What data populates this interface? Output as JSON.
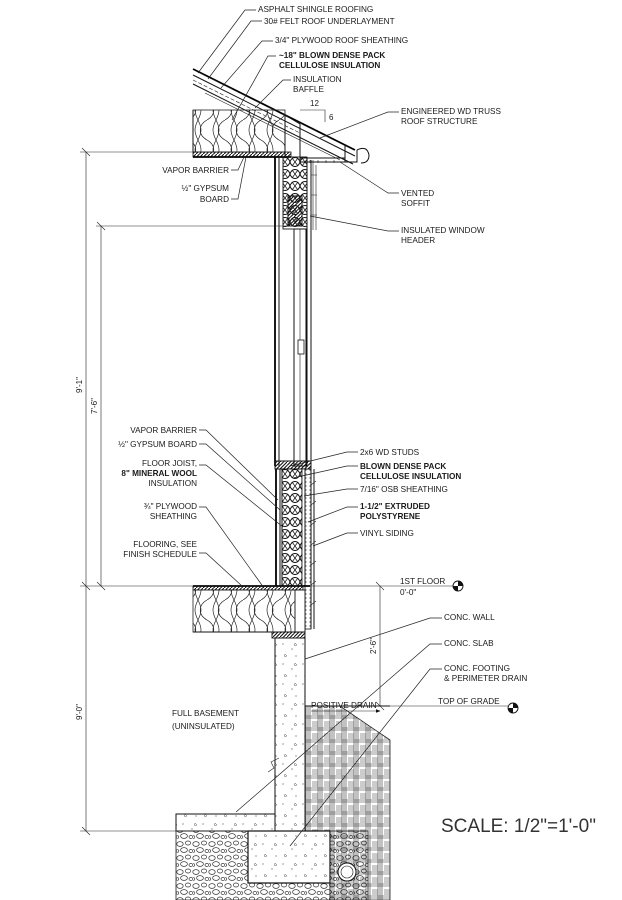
{
  "drawing": {
    "scale": "SCALE: 1/2\"=1'-0\"",
    "roof_slope": {
      "rise": "6",
      "run": "12"
    },
    "labels_right": [
      {
        "id": "asphalt",
        "lines": [
          "ASPHALT SHINGLE ROOFING"
        ],
        "bold": false
      },
      {
        "id": "felt",
        "lines": [
          "30# FELT ROOF UNDERLAYMENT"
        ],
        "bold": false
      },
      {
        "id": "plywood-roof",
        "lines": [
          "3/4\" PLYWOOD ROOF SHEATHING"
        ],
        "bold": false
      },
      {
        "id": "cellulose-roof",
        "lines": [
          "~18\" BLOWN DENSE PACK",
          "CELLULOSE INSULATION"
        ],
        "bold": true
      },
      {
        "id": "baffle",
        "lines": [
          "INSULATION",
          "BAFFLE"
        ],
        "bold": false
      },
      {
        "id": "truss",
        "lines": [
          "ENGINEERED WD TRUSS",
          "ROOF STRUCTURE"
        ],
        "bold": false
      },
      {
        "id": "soffit",
        "lines": [
          "VENTED",
          "SOFFIT"
        ],
        "bold": false
      },
      {
        "id": "header",
        "lines": [
          "INSULATED WINDOW",
          "HEADER"
        ],
        "bold": false
      },
      {
        "id": "studs",
        "lines": [
          "2x6 WD STUDS"
        ],
        "bold": false
      },
      {
        "id": "cellulose-wall",
        "lines": [
          "BLOWN DENSE PACK",
          "CELLULOSE INSULATION"
        ],
        "bold": true
      },
      {
        "id": "osb",
        "lines": [
          "7/16\" OSB SHEATHING"
        ],
        "bold": false
      },
      {
        "id": "xps",
        "lines": [
          "1-1/2\" EXTRUDED",
          "POLYSTYRENE"
        ],
        "bold": true
      },
      {
        "id": "siding",
        "lines": [
          "VINYL SIDING"
        ],
        "bold": false
      },
      {
        "id": "conc-wall",
        "lines": [
          "CONC. WALL"
        ],
        "bold": false
      },
      {
        "id": "conc-slab",
        "lines": [
          "CONC. SLAB"
        ],
        "bold": false
      },
      {
        "id": "footing",
        "lines": [
          "CONC. FOOTING",
          "& PERIMETER DRAIN"
        ],
        "bold": false
      }
    ],
    "labels_left": [
      {
        "id": "vb-top",
        "lines": [
          "VAPOR BARRIER"
        ],
        "bold": false
      },
      {
        "id": "gyp-top",
        "lines": [
          "½\" GYPSUM",
          "BOARD"
        ],
        "bold": false
      },
      {
        "id": "vb-wall",
        "lines": [
          "VAPOR BARRIER"
        ],
        "bold": false
      },
      {
        "id": "gyp-wall",
        "lines": [
          "½\" GYPSUM BOARD"
        ],
        "bold": false
      },
      {
        "id": "joist",
        "lines": [
          "FLOOR JOIST,",
          "8\" MINERAL WOOL",
          "INSULATION"
        ],
        "bold": false
      },
      {
        "id": "ply-floor",
        "lines": [
          "¾\" PLYWOOD",
          "SHEATHING"
        ],
        "bold": false
      },
      {
        "id": "flooring",
        "lines": [
          "FLOORING, SEE",
          "FINISH SCHEDULE"
        ],
        "bold": false
      }
    ],
    "levels": {
      "first_floor": {
        "name": "1ST FLOOR",
        "elev": "0'-0\""
      },
      "grade": "TOP OF GRADE",
      "positive_drain": "POSITIVE DRAIN"
    },
    "dims": {
      "overall_upper": "9'-1\"",
      "window_height": "7'-6\"",
      "basement": "9'-0\"",
      "floor_to_grade": "2'-6\""
    },
    "room": [
      "FULL BASEMENT",
      "(UNINSULATED)"
    ]
  }
}
